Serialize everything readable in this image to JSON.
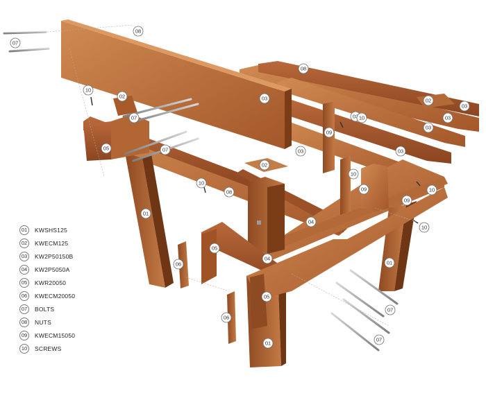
{
  "legend": [
    {
      "num": "01",
      "code": "KWSHS125"
    },
    {
      "num": "02",
      "code": "KWECM125"
    },
    {
      "num": "03",
      "code": "KW2P50150B"
    },
    {
      "num": "04",
      "code": "KW2P5050A"
    },
    {
      "num": "05",
      "code": "KWR20050"
    },
    {
      "num": "06",
      "code": "KWECM20050"
    },
    {
      "num": "07",
      "code": "BOLTS"
    },
    {
      "num": "08",
      "code": "NUTS"
    },
    {
      "num": "09",
      "code": "KWECM15050"
    },
    {
      "num": "10",
      "code": "SCREWS"
    }
  ],
  "callouts": [
    "01",
    "02",
    "03",
    "05",
    "06",
    "07",
    "08",
    "09",
    "10",
    "04"
  ],
  "colors": {
    "wood_light": "#c8773f",
    "wood_mid": "#a95a2b",
    "wood_dark": "#7a3d18",
    "steel": "#9a9a9a"
  }
}
